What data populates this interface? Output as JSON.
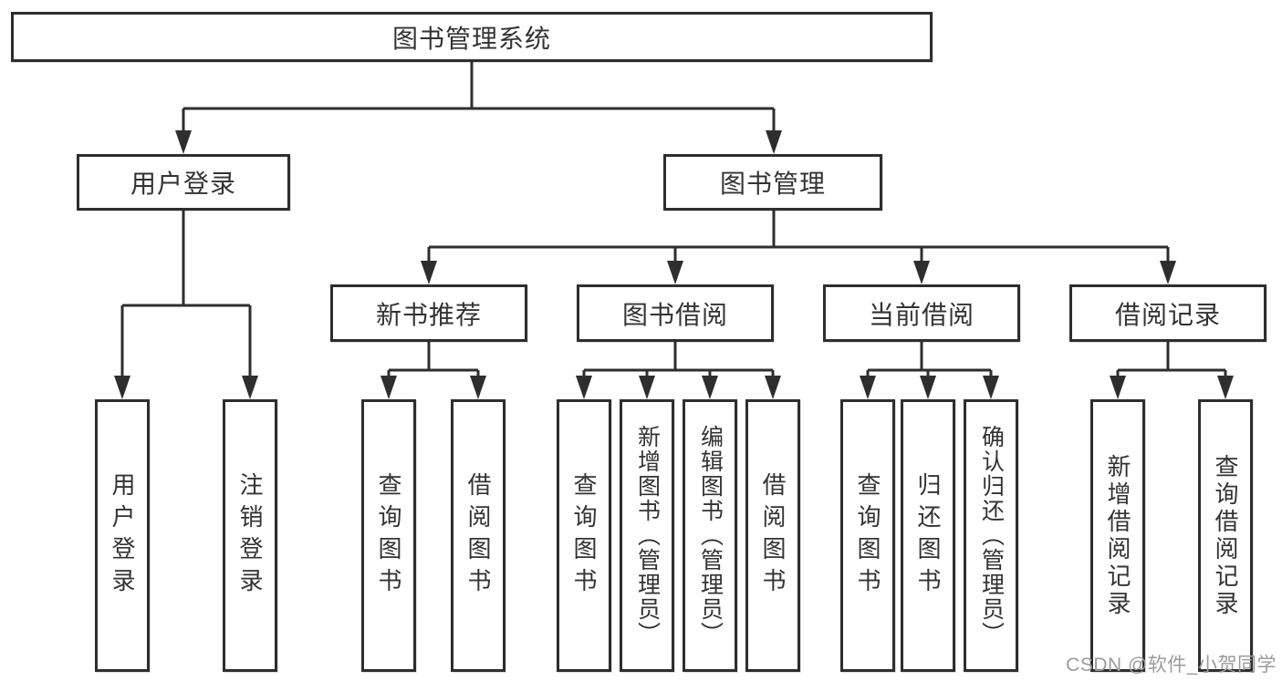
{
  "diagram": {
    "root": {
      "label": "图书管理系统"
    },
    "branches": [
      {
        "label": "用户登录",
        "children": [
          {
            "label": "用户登录"
          },
          {
            "label": "注销登录"
          }
        ]
      },
      {
        "label": "图书管理",
        "children": [
          {
            "label": "新书推荐",
            "children": [
              {
                "label": "查询图书"
              },
              {
                "label": "借阅图书"
              }
            ]
          },
          {
            "label": "图书借阅",
            "children": [
              {
                "label": "查询图书"
              },
              {
                "label": "新增图书（管理员）"
              },
              {
                "label": "编辑图书（管理员）"
              },
              {
                "label": "借阅图书"
              }
            ]
          },
          {
            "label": "当前借阅",
            "children": [
              {
                "label": "查询图书"
              },
              {
                "label": "归还图书"
              },
              {
                "label": "确认归还（管理员）"
              }
            ]
          },
          {
            "label": "借阅记录",
            "children": [
              {
                "label": "新增借阅记录"
              },
              {
                "label": "查询借阅记录"
              }
            ]
          }
        ]
      }
    ]
  },
  "watermark": "CSDN @软件_小贺同学",
  "colors": {
    "line": "#2e2e2e",
    "box_border": "#2e2e2e",
    "text": "#333333",
    "watermark": "#9b9b9b",
    "background": "#ffffff"
  }
}
